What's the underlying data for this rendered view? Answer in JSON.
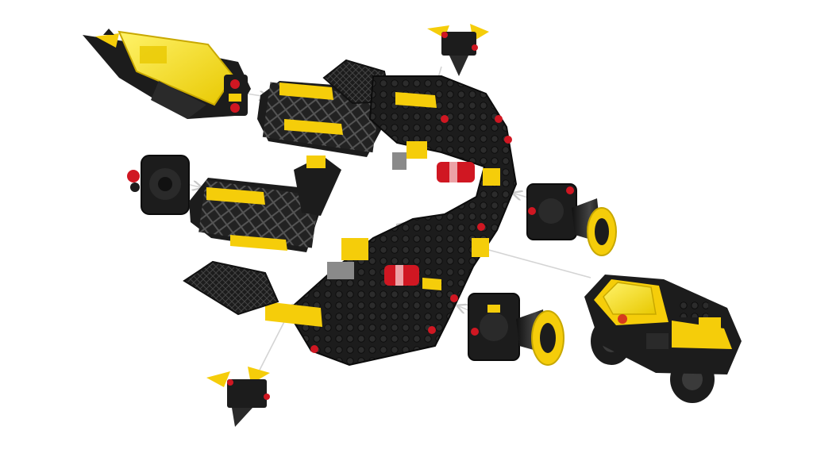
{
  "image": {
    "description_visible_text": "",
    "colors": {
      "background": "#ffffff",
      "brick_black": "#1c1c1c",
      "brick_black_highlight": "#3a3a3a",
      "brick_yellow": "#f5cd0a",
      "trans_yellow": "#f2e21a",
      "trans_red": "#d01722",
      "arrow_grey": "#cfcfcf"
    }
  },
  "parts": [
    {
      "name": "shuttle-ship"
    },
    {
      "name": "mothership-base"
    },
    {
      "name": "small-fighter-top"
    },
    {
      "name": "small-fighter-bottom"
    },
    {
      "name": "thruster-pod-left"
    },
    {
      "name": "engine-pod-right-upper"
    },
    {
      "name": "engine-pod-right-lower"
    },
    {
      "name": "rover-vehicle"
    }
  ]
}
